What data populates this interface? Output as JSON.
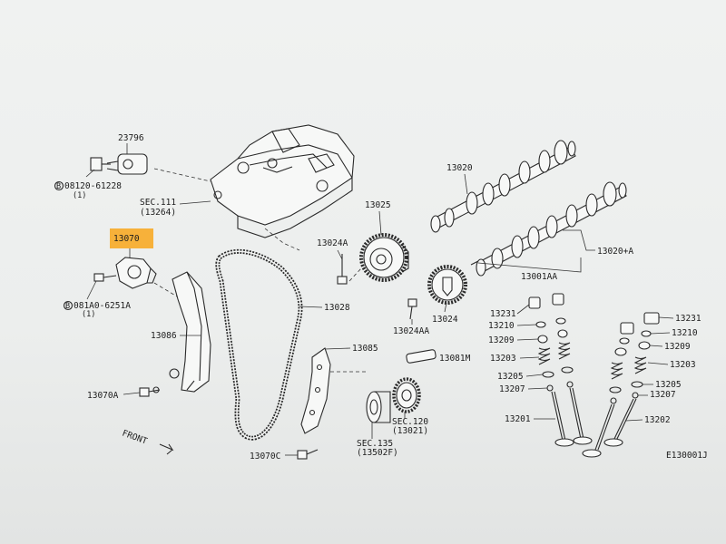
{
  "labels": {
    "p23796": "23796",
    "p08120": "08120-61228",
    "p08120_qty": "(1)",
    "sec111": "SEC.111",
    "sec111_sub": "(13264)",
    "p13070": "13070",
    "p081a0": "081A0-6251A",
    "p081a0_qty": "(1)",
    "p13086": "13086",
    "p13070a": "13070A",
    "p13025": "13025",
    "p13024a": "13024A",
    "p13028": "13028",
    "p13024aa": "13024AA",
    "p13024": "13024",
    "p13085": "13085",
    "p13081m": "13081M",
    "sec120": "SEC.120",
    "sec120_sub": "(13021)",
    "sec135": "SEC.135",
    "sec135_sub": "(13502F)",
    "p13070c": "13070C",
    "front": "FRONT",
    "p13020": "13020",
    "p13020a": "13020+A",
    "p13001aa": "13001AA",
    "l13231": "13231",
    "l13210": "13210",
    "l13209": "13209",
    "l13203": "13203",
    "l13205": "13205",
    "l13207": "13207",
    "l13201": "13201",
    "r13231": "13231",
    "r13210": "13210",
    "r13209": "13209",
    "r13203": "13203",
    "r13205": "13205",
    "r13207": "13207",
    "r13202": "13202",
    "code": "E130001J"
  },
  "colors": {
    "highlight": "#f7b13a",
    "ink": "#2a2a2a",
    "paper": "#eef0ef"
  }
}
